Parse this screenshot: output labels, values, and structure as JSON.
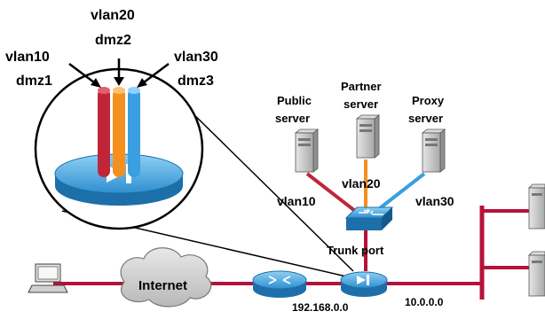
{
  "labels": {
    "vlan10_zoom": "vlan10",
    "dmz1": "dmz1",
    "vlan20_zoom": "vlan20",
    "dmz2": "dmz2",
    "vlan30_zoom": "vlan30",
    "dmz3": "dmz3",
    "public_server_l1": "Public",
    "public_server_l2": "server",
    "partner_server_l1": "Partner",
    "partner_server_l2": "server",
    "proxy_server_l1": "Proxy",
    "proxy_server_l2": "server",
    "vlan10": "vlan10",
    "vlan20": "vlan20",
    "vlan30": "vlan30",
    "trunk_port": "Trunk port",
    "internet": "Internet",
    "net_192": "192.168.0.0",
    "net_10": "10.0.0.0"
  },
  "colors": {
    "vlan10": "#c0263a",
    "vlan20": "#f5901e",
    "vlan30": "#3a9fe0",
    "link": "#b5123a",
    "device_blue": "#2f8fd0",
    "server_grey": "#c8c8c8"
  }
}
